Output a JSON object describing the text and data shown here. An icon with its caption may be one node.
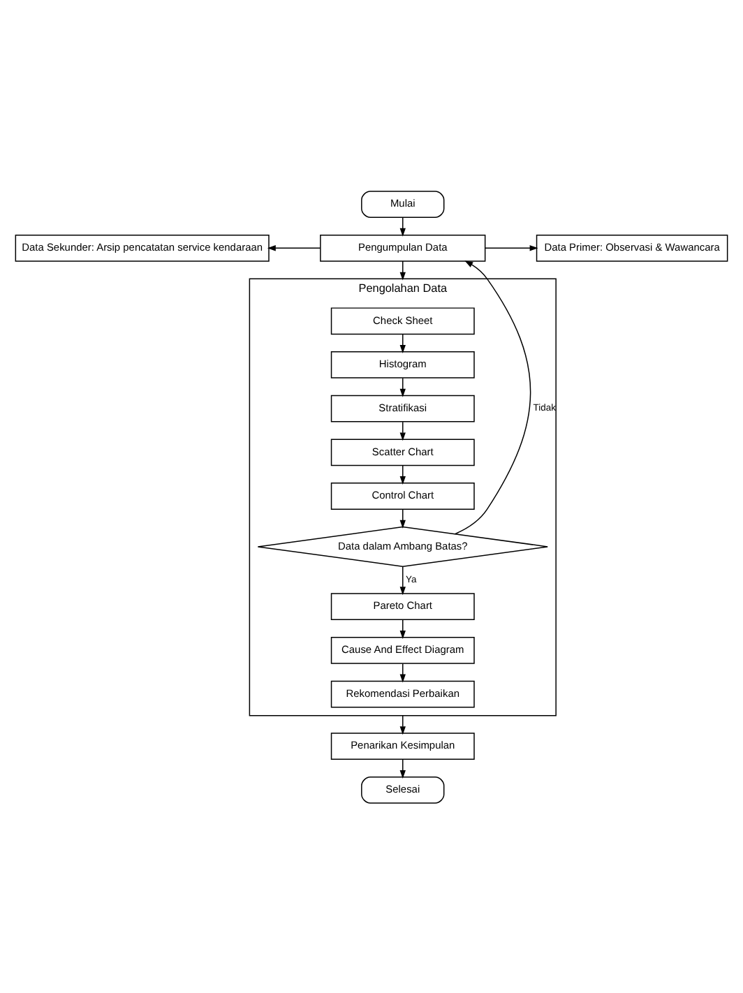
{
  "diagram": {
    "nodes": [
      {
        "text": [
          "Mulai"
        ]
      },
      {
        "text": [
          "Pengumpulan Data"
        ]
      },
      {
        "text": [
          "Data Sekunder: Arsip pencatatan service kendaraan"
        ]
      },
      {
        "text": [
          "Data Primer: Observasi & Wawancara"
        ]
      },
      {
        "text": [
          "Pengolahan Data"
        ]
      },
      {
        "text": [
          "Check Sheet"
        ],
        "in": 4
      },
      {
        "text": [
          "Histogram"
        ],
        "in": 4
      },
      {
        "text": [
          "Stratifikasi"
        ],
        "in": 4
      },
      {
        "text": [
          "Scatter Chart"
        ],
        "in": 4
      },
      {
        "text": [
          "Control Chart"
        ],
        "in": 4
      },
      {
        "text": [
          "Data dalam Ambang Batas?"
        ],
        "in": 4
      },
      {
        "text": [
          "Pareto Chart"
        ],
        "in": 4
      },
      {
        "text": [
          "Cause And Effect Diagram"
        ],
        "in": 4
      },
      {
        "text": [
          "Rekomendasi Perbaikan"
        ],
        "in": 4
      },
      {
        "text": [
          "Penarikan Kesimpulan"
        ]
      },
      {
        "text": [
          "Selesai"
        ]
      }
    ],
    "edges": [
      {
        "from": 0,
        "to": 1,
        "arrow": "to"
      },
      {
        "from": 1,
        "to": 2,
        "arrow": "to"
      },
      {
        "from": 1,
        "to": 3,
        "arrow": "to"
      },
      {
        "from": 1,
        "to": 4,
        "arrow": "to"
      },
      {
        "from": 5,
        "to": 6,
        "arrow": "to"
      },
      {
        "from": 6,
        "to": 7,
        "arrow": "to"
      },
      {
        "from": 7,
        "to": 8,
        "arrow": "to"
      },
      {
        "from": 8,
        "to": 9,
        "arrow": "to"
      },
      {
        "from": 9,
        "to": 10,
        "arrow": "to"
      },
      {
        "from": 10,
        "to": 1,
        "label": "Tidak",
        "arrow": "to"
      },
      {
        "from": 10,
        "to": 11,
        "label": "Ya",
        "arrow": "to"
      },
      {
        "from": 11,
        "to": 12,
        "arrow": "to"
      },
      {
        "from": 12,
        "to": 13,
        "arrow": "to"
      },
      {
        "from": 4,
        "to": 14,
        "arrow": "to"
      },
      {
        "from": 14,
        "to": 15,
        "arrow": "to"
      }
    ]
  }
}
